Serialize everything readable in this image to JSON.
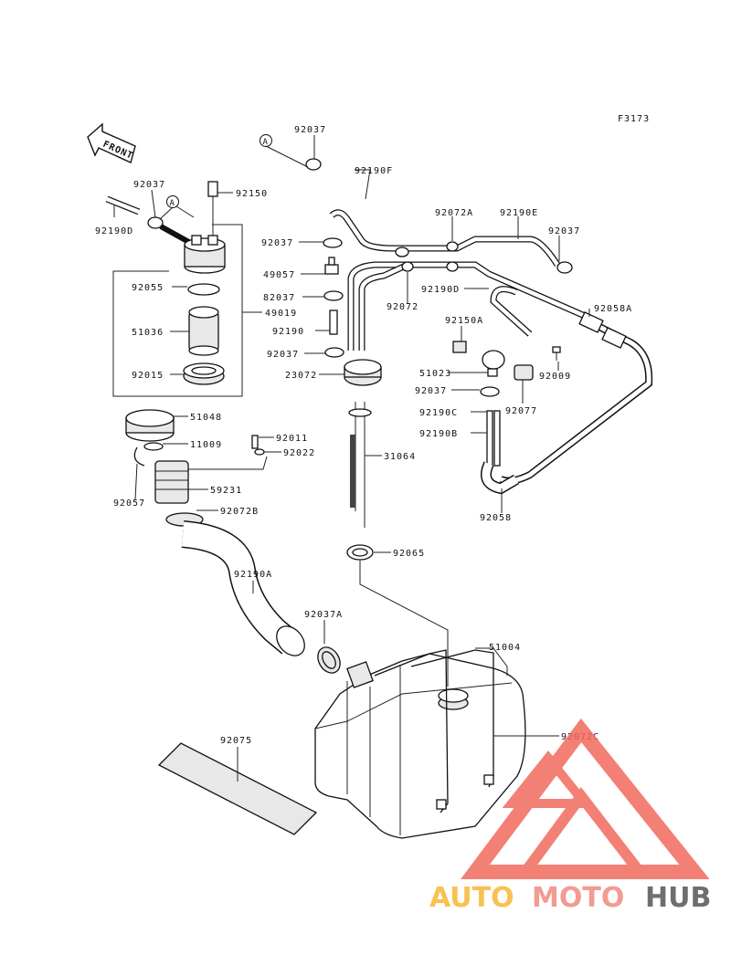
{
  "figure_code": "F3173",
  "front_label": "FRONT",
  "ref_marker": "A",
  "parts": {
    "p92037_top": "92037",
    "p92190F": "92190F",
    "p92037_left": "92037",
    "p92150": "92150",
    "p92190D_left": "92190D",
    "p92055": "92055",
    "p51036": "51036",
    "p92015": "92015",
    "p49019": "49019",
    "p92037_mid1": "92037",
    "p49057": "49057",
    "p82037": "82037",
    "p92190": "92190",
    "p92037_mid2": "92037",
    "p23072": "23072",
    "p92072A": "92072A",
    "p92190E": "92190E",
    "p92037_right": "92037",
    "p92072": "92072",
    "p92190D_right": "92190D",
    "p92058A": "92058A",
    "p92150A": "92150A",
    "p51023": "51023",
    "p92009": "92009",
    "p92037_r2": "92037",
    "p92077": "92077",
    "p92190C": "92190C",
    "p92190B": "92190B",
    "p92058": "92058",
    "p51048": "51048",
    "p11009": "11009",
    "p92011": "92011",
    "p92022": "92022",
    "p31064": "31064",
    "p92057": "92057",
    "p59231": "59231",
    "p92072B": "92072B",
    "p92065": "92065",
    "p92190A": "92190A",
    "p92037A": "92037A",
    "p51004": "51004",
    "p92072C": "92072C",
    "p92075": "92075"
  },
  "watermark": {
    "part1": "AUTO",
    "part2": "MOTO",
    "part3": "HUB",
    "color1": "#f7b733",
    "color2": "#f08a7e",
    "color3": "#555555",
    "logo_color": "#f26b5e"
  }
}
